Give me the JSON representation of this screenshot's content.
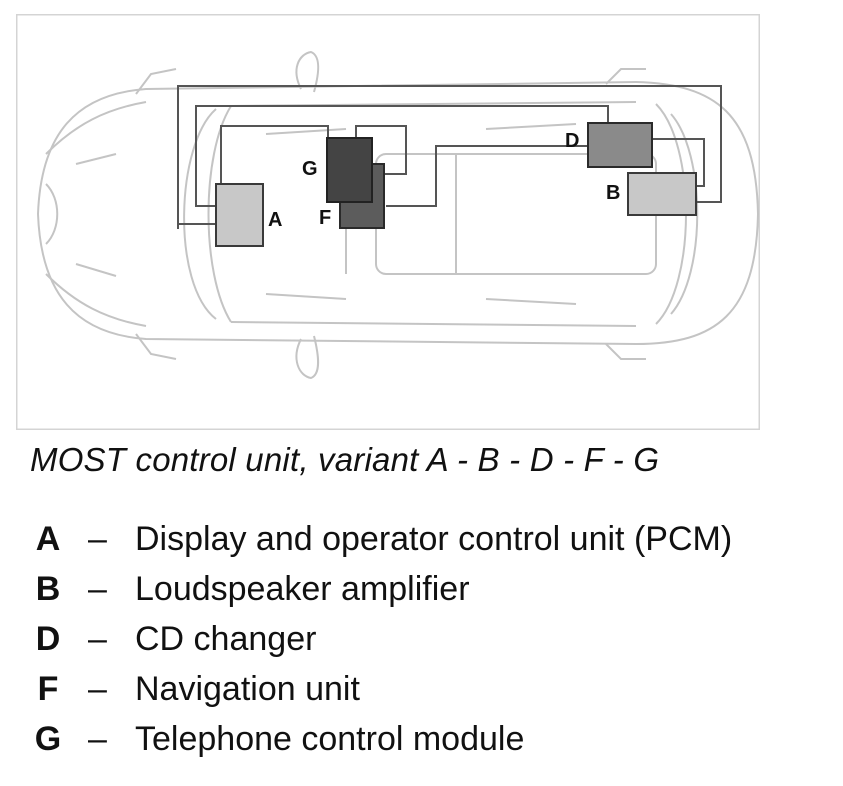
{
  "caption": "MOST control unit, variant A - B - D - F - G",
  "units": [
    {
      "letter": "A",
      "dash": "–",
      "description": "Display and operator control unit (PCM)",
      "color": "#c8c8c8"
    },
    {
      "letter": "B",
      "dash": "–",
      "description": "Loudspeaker amplifier",
      "color": "#c8c8c8"
    },
    {
      "letter": "D",
      "dash": "–",
      "description": "CD changer",
      "color": "#8a8a8a"
    },
    {
      "letter": "F",
      "dash": "–",
      "description": "Navigation unit",
      "color": "#5c5c5c"
    },
    {
      "letter": "G",
      "dash": "–",
      "description": "Telephone control module",
      "color": "#444444"
    }
  ],
  "colors": {
    "frame": "#d4d4d4",
    "car_outline": "#c4c4c4",
    "ring_line": "#555555"
  }
}
